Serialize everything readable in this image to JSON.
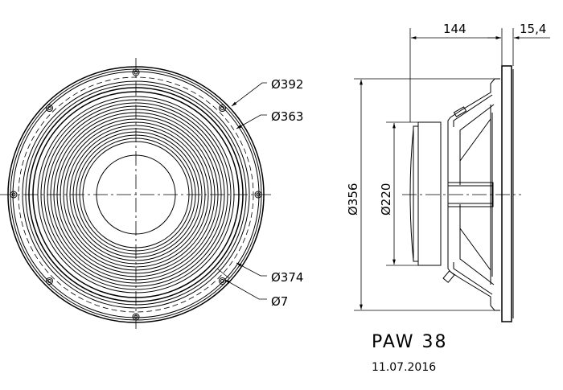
{
  "front_view": {
    "labels": {
      "d392": "Ø392",
      "d363": "Ø363",
      "d374": "Ø374",
      "d7": "Ø7"
    }
  },
  "side_view": {
    "labels": {
      "depth": "144",
      "flange": "15,4",
      "d356": "Ø356",
      "d220": "Ø220"
    }
  },
  "title_block": {
    "model": "PAW 38",
    "date": "11.07.2016"
  }
}
